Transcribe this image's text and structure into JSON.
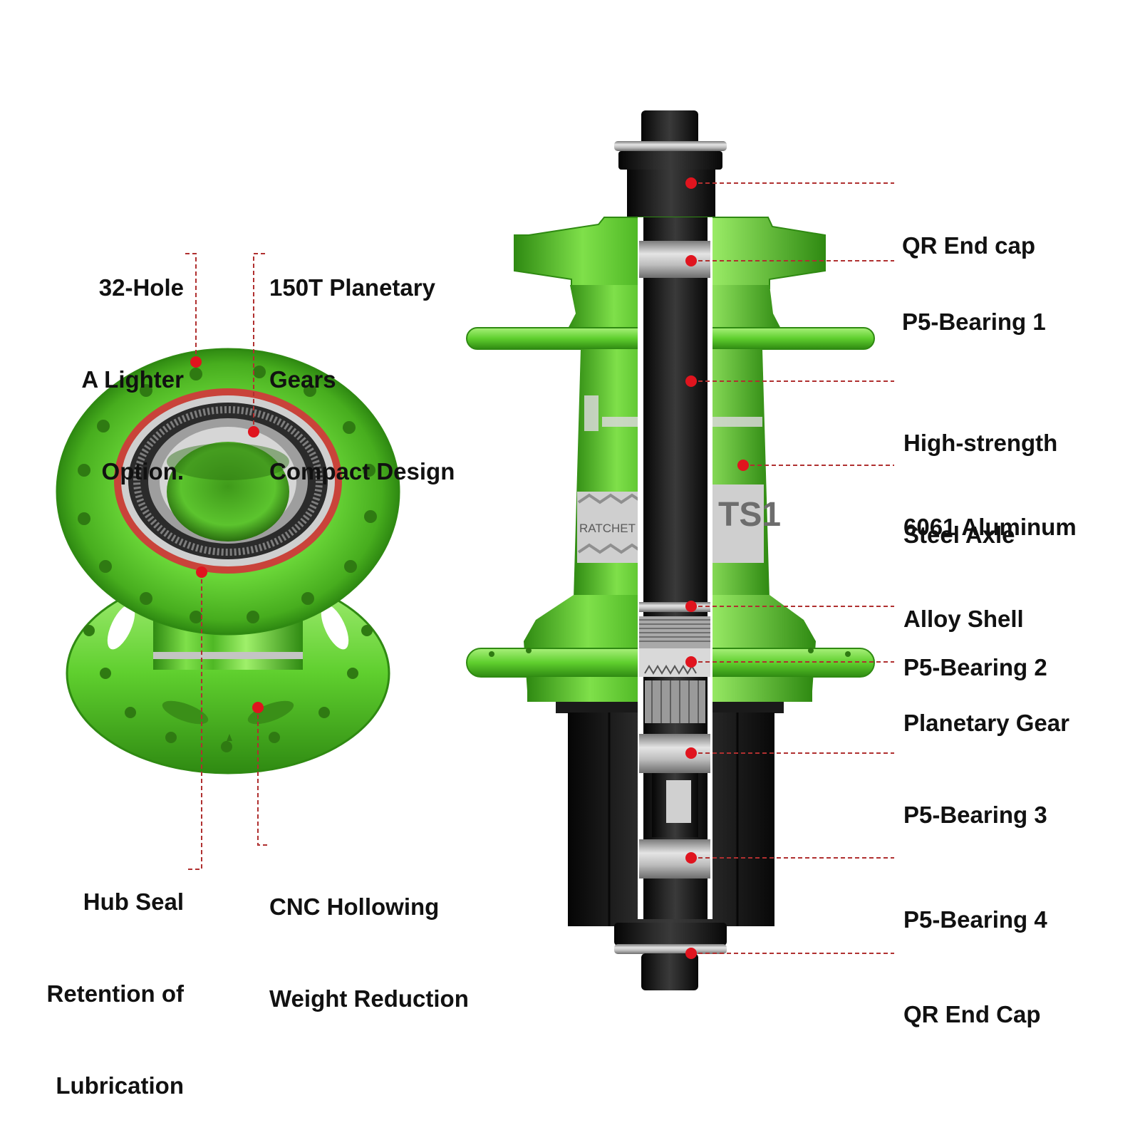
{
  "colors": {
    "hub_green": "#5fcf2e",
    "hub_green_dark": "#2f8a12",
    "hub_green_light": "#a8f07a",
    "axle_black": "#121212",
    "steel": "#b9b9b9",
    "seal_red": "#c9433a",
    "callout_red": "#e0141e",
    "leader_line": "#b03030",
    "text": "#111111"
  },
  "product": {
    "shell_text": "TS1",
    "ratchet_text": "RATCHET SYST"
  },
  "left_labels": {
    "holes": [
      "32-Hole",
      "A Lighter",
      "Option."
    ],
    "gears": [
      "150T Planetary",
      "Gears",
      "Compact Design"
    ],
    "seal": [
      "Hub Seal",
      "Retention of",
      "Lubrication"
    ],
    "cnc": [
      "CNC Hollowing",
      "Weight Reduction"
    ]
  },
  "right_labels": [
    [
      "QR End cap"
    ],
    [
      "P5-Bearing 1"
    ],
    [
      "High-strength",
      "Steel Axle"
    ],
    [
      "6061 Aluminum",
      "Alloy Shell"
    ],
    [
      "P5-Bearing 2"
    ],
    [
      "Planetary Gear"
    ],
    [
      "P5-Bearing 3"
    ],
    [
      "P5-Bearing 4"
    ],
    [
      "QR End Cap"
    ]
  ]
}
